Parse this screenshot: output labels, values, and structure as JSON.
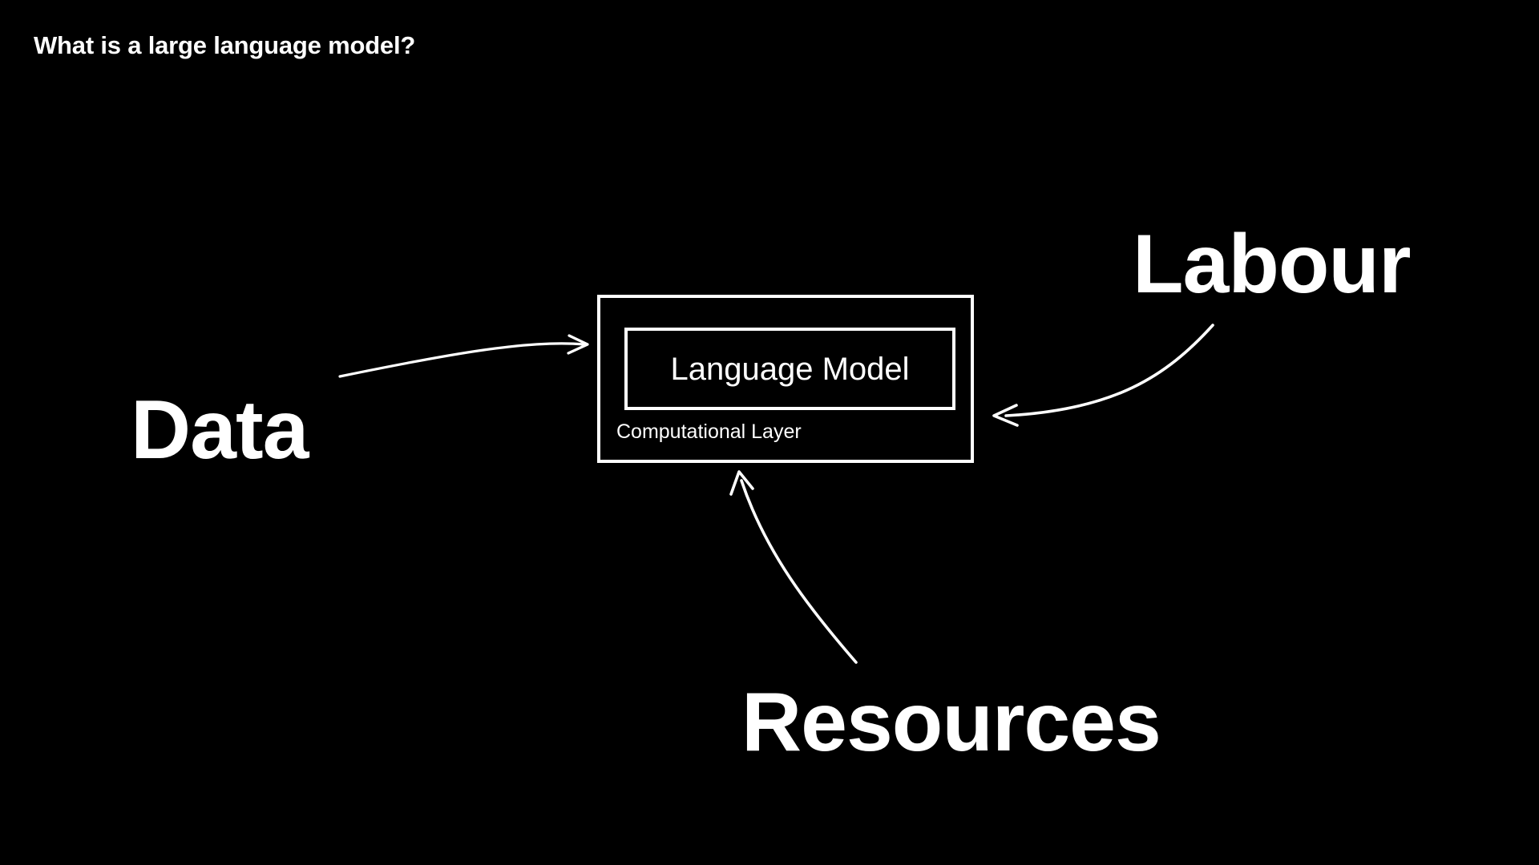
{
  "slide": {
    "title": "What is a large language model?",
    "background_color": "#000000",
    "foreground_color": "#ffffff"
  },
  "diagram": {
    "center_box": {
      "outer_label": "Computational Layer",
      "inner_label": "Language Model"
    },
    "inputs": [
      {
        "id": "data",
        "label": "Data",
        "arrow_direction": "into-box-from-left"
      },
      {
        "id": "labour",
        "label": "Labour",
        "arrow_direction": "into-box-from-right"
      },
      {
        "id": "resources",
        "label": "Resources",
        "arrow_direction": "into-box-from-below"
      }
    ]
  },
  "icons": {
    "arrow_data": "arrow-right-icon",
    "arrow_labour": "arrow-left-icon",
    "arrow_resources": "arrow-up-icon"
  }
}
